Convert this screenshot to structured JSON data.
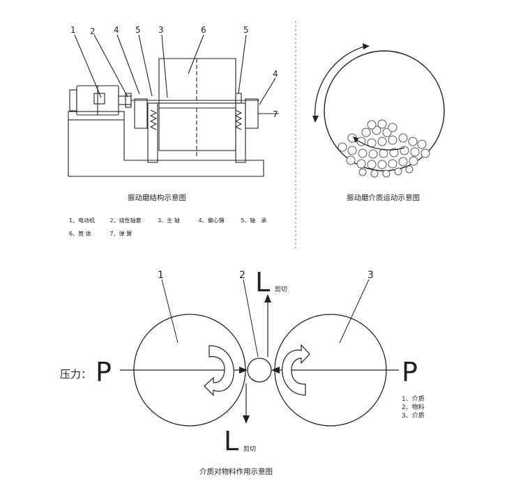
{
  "structure_diagram": {
    "caption": "振动磨结构示意图",
    "callout_numbers": [
      "1",
      "2",
      "4",
      "5",
      "3",
      "6",
      "5",
      "4",
      "7"
    ],
    "legend_row1": [
      "1、电动机",
      "2、挠性轴套",
      "3、主 轴",
      "4、偏心锤",
      "5、轴　承"
    ],
    "legend_row2": [
      "6、筒 体",
      "7、弹 簧"
    ]
  },
  "motion_diagram": {
    "caption": "振动磨介质运动示意图"
  },
  "action_diagram": {
    "caption": "介质对物料作用示意图",
    "labels": {
      "left": "1",
      "middle": "2",
      "right": "3"
    },
    "pressure_label": "压力：",
    "force_P": "P",
    "force_L": "L",
    "shear": "剪切",
    "legend": [
      "1、介质",
      "2、物料",
      "3、介质"
    ]
  }
}
